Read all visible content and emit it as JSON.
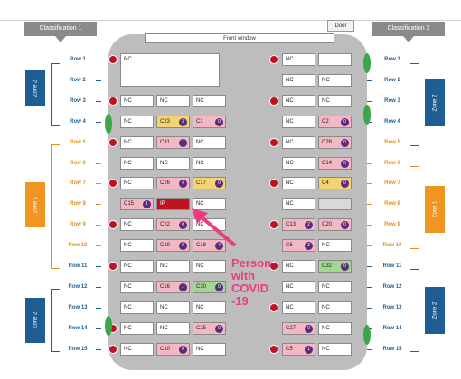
{
  "header": {
    "left_tab": "Classification 1",
    "right_tab": "Classification 2",
    "door": "Door",
    "front_window": "Front window"
  },
  "rows": [
    {
      "label": "Row 1",
      "zone": "blue"
    },
    {
      "label": "Row 2",
      "zone": "blue"
    },
    {
      "label": "Row 3",
      "zone": "blue"
    },
    {
      "label": "Row 4",
      "zone": "blue"
    },
    {
      "label": "Row 5",
      "zone": "orange"
    },
    {
      "label": "Row 6",
      "zone": "orange"
    },
    {
      "label": "Row 7",
      "zone": "orange"
    },
    {
      "label": "Row 8",
      "zone": "orange"
    },
    {
      "label": "Row 9",
      "zone": "orange"
    },
    {
      "label": "Row 10",
      "zone": "orange"
    },
    {
      "label": "Row 11",
      "zone": "blue"
    },
    {
      "label": "Row 12",
      "zone": "blue"
    },
    {
      "label": "Row 13",
      "zone": "blue"
    },
    {
      "label": "Row 14",
      "zone": "blue"
    },
    {
      "label": "Row 15",
      "zone": "blue"
    }
  ],
  "zones": {
    "zone2": "Zone 2",
    "zone1": "Zone 1"
  },
  "seats": [
    {
      "row": 1,
      "side": "left",
      "col": 0,
      "text": "NC",
      "color": "white",
      "big": true
    },
    {
      "row": 1,
      "side": "right",
      "col": 0,
      "text": "NC",
      "color": "white"
    },
    {
      "row": 1,
      "side": "right",
      "col": 1,
      "text": "",
      "color": "white"
    },
    {
      "row": 2,
      "side": "right",
      "col": 0,
      "text": "NC",
      "color": "white"
    },
    {
      "row": 2,
      "side": "right",
      "col": 1,
      "text": "NC",
      "color": "white"
    },
    {
      "row": 3,
      "side": "left",
      "col": 0,
      "text": "NC",
      "color": "white"
    },
    {
      "row": 3,
      "side": "left",
      "col": 1,
      "text": "NC",
      "color": "white"
    },
    {
      "row": 3,
      "side": "left",
      "col": 2,
      "text": "NC",
      "color": "white"
    },
    {
      "row": 3,
      "side": "right",
      "col": 0,
      "text": "NC",
      "color": "white"
    },
    {
      "row": 3,
      "side": "right",
      "col": 1,
      "text": "NC",
      "color": "white"
    },
    {
      "row": 4,
      "side": "left",
      "col": 0,
      "text": "NC",
      "color": "white"
    },
    {
      "row": 4,
      "side": "left",
      "col": 1,
      "text": "C23",
      "color": "yellow",
      "dot": "3"
    },
    {
      "row": 4,
      "side": "left",
      "col": 2,
      "text": "C1",
      "color": "pink",
      "dot": "0"
    },
    {
      "row": 4,
      "side": "right",
      "col": 0,
      "text": "NC",
      "color": "white"
    },
    {
      "row": 4,
      "side": "right",
      "col": 1,
      "text": "C2",
      "color": "pink",
      "dot": "0"
    },
    {
      "row": 5,
      "side": "left",
      "col": 0,
      "text": "NC",
      "color": "white"
    },
    {
      "row": 5,
      "side": "left",
      "col": 1,
      "text": "C31",
      "color": "pink",
      "dot": "1"
    },
    {
      "row": 5,
      "side": "left",
      "col": 2,
      "text": "NC",
      "color": "white"
    },
    {
      "row": 5,
      "side": "right",
      "col": 0,
      "text": "NC",
      "color": "white"
    },
    {
      "row": 5,
      "side": "right",
      "col": 1,
      "text": "C28",
      "color": "pink",
      "dot": "0"
    },
    {
      "row": 6,
      "side": "left",
      "col": 0,
      "text": "NC",
      "color": "white"
    },
    {
      "row": 6,
      "side": "left",
      "col": 1,
      "text": "NC",
      "color": "white"
    },
    {
      "row": 6,
      "side": "left",
      "col": 2,
      "text": "NC",
      "color": "white"
    },
    {
      "row": 6,
      "side": "right",
      "col": 0,
      "text": "NC",
      "color": "white"
    },
    {
      "row": 6,
      "side": "right",
      "col": 1,
      "text": "C14",
      "color": "pink",
      "dot": "0"
    },
    {
      "row": 7,
      "side": "left",
      "col": 0,
      "text": "NC",
      "color": "white"
    },
    {
      "row": 7,
      "side": "left",
      "col": 1,
      "text": "C26",
      "color": "pink",
      "dot": "4"
    },
    {
      "row": 7,
      "side": "left",
      "col": 2,
      "text": "C17",
      "color": "yellow",
      "dot": "0"
    },
    {
      "row": 7,
      "side": "right",
      "col": 0,
      "text": "NC",
      "color": "white"
    },
    {
      "row": 7,
      "side": "right",
      "col": 1,
      "text": "C4",
      "color": "yellow",
      "dot": "0"
    },
    {
      "row": 8,
      "side": "left",
      "col": 0,
      "text": "C15",
      "color": "pink",
      "dot": "1"
    },
    {
      "row": 8,
      "side": "left",
      "col": 1,
      "text": "IP",
      "color": "red"
    },
    {
      "row": 8,
      "side": "left",
      "col": 2,
      "text": "NC",
      "color": "white"
    },
    {
      "row": 8,
      "side": "right",
      "col": 0,
      "text": "NC",
      "color": "white"
    },
    {
      "row": 8,
      "side": "right",
      "col": 1,
      "text": "",
      "color": "grey"
    },
    {
      "row": 9,
      "side": "left",
      "col": 0,
      "text": "NC",
      "color": "white"
    },
    {
      "row": 9,
      "side": "left",
      "col": 1,
      "text": "C22",
      "color": "pink",
      "dot": "0"
    },
    {
      "row": 9,
      "side": "left",
      "col": 2,
      "text": "NC",
      "color": "white"
    },
    {
      "row": 9,
      "side": "right",
      "col": 0,
      "text": "C13",
      "color": "pink",
      "dot": "2"
    },
    {
      "row": 9,
      "side": "right",
      "col": 1,
      "text": "C20",
      "color": "pink",
      "dot": "0"
    },
    {
      "row": 10,
      "side": "left",
      "col": 0,
      "text": "NC",
      "color": "white"
    },
    {
      "row": 10,
      "side": "left",
      "col": 1,
      "text": "C19",
      "color": "pink",
      "dot": "0"
    },
    {
      "row": 10,
      "side": "left",
      "col": 2,
      "text": "C18",
      "color": "pink",
      "dot": "4"
    },
    {
      "row": 10,
      "side": "right",
      "col": 0,
      "text": "C6",
      "color": "pink",
      "dot": "3"
    },
    {
      "row": 10,
      "side": "right",
      "col": 1,
      "text": "NC",
      "color": "white"
    },
    {
      "row": 11,
      "side": "left",
      "col": 0,
      "text": "NC",
      "color": "white"
    },
    {
      "row": 11,
      "side": "left",
      "col": 1,
      "text": "NC",
      "color": "white"
    },
    {
      "row": 11,
      "side": "left",
      "col": 2,
      "text": "NC",
      "color": "white"
    },
    {
      "row": 11,
      "side": "right",
      "col": 0,
      "text": "NC",
      "color": "white"
    },
    {
      "row": 11,
      "side": "right",
      "col": 1,
      "text": "C32",
      "color": "green",
      "dot": "0"
    },
    {
      "row": 12,
      "side": "left",
      "col": 0,
      "text": "NC",
      "color": "white"
    },
    {
      "row": 12,
      "side": "left",
      "col": 1,
      "text": "C16",
      "color": "pink",
      "dot": "1"
    },
    {
      "row": 12,
      "side": "left",
      "col": 2,
      "text": "C30",
      "color": "green",
      "dot": "0"
    },
    {
      "row": 12,
      "side": "right",
      "col": 0,
      "text": "NC",
      "color": "white"
    },
    {
      "row": 12,
      "side": "right",
      "col": 1,
      "text": "NC",
      "color": "white"
    },
    {
      "row": 13,
      "side": "left",
      "col": 0,
      "text": "NC",
      "color": "white"
    },
    {
      "row": 13,
      "side": "left",
      "col": 1,
      "text": "NC",
      "color": "white"
    },
    {
      "row": 13,
      "side": "left",
      "col": 2,
      "text": "NC",
      "color": "white"
    },
    {
      "row": 13,
      "side": "right",
      "col": 0,
      "text": "NC",
      "color": "white"
    },
    {
      "row": 13,
      "side": "right",
      "col": 1,
      "text": "NC",
      "color": "white"
    },
    {
      "row": 14,
      "side": "left",
      "col": 0,
      "text": "NC",
      "color": "white"
    },
    {
      "row": 14,
      "side": "left",
      "col": 1,
      "text": "NC",
      "color": "white"
    },
    {
      "row": 14,
      "side": "left",
      "col": 2,
      "text": "C25",
      "color": "pink",
      "dot": "0"
    },
    {
      "row": 14,
      "side": "right",
      "col": 0,
      "text": "C27",
      "color": "pink",
      "dot": "0"
    },
    {
      "row": 14,
      "side": "right",
      "col": 1,
      "text": "NC",
      "color": "white"
    },
    {
      "row": 15,
      "side": "left",
      "col": 0,
      "text": "NC",
      "color": "white"
    },
    {
      "row": 15,
      "side": "left",
      "col": 1,
      "text": "C10",
      "color": "pink",
      "dot": "0"
    },
    {
      "row": 15,
      "side": "left",
      "col": 2,
      "text": "NC",
      "color": "white"
    },
    {
      "row": 15,
      "side": "right",
      "col": 0,
      "text": "C5",
      "color": "pink",
      "dot": "1"
    },
    {
      "row": 15,
      "side": "right",
      "col": 1,
      "text": "NC",
      "color": "white"
    }
  ],
  "exit_symbol_rows": {
    "left": [
      1,
      3,
      5,
      7,
      9,
      11,
      14,
      15
    ],
    "right": [
      1,
      3,
      5,
      7,
      9,
      11,
      13,
      15
    ]
  },
  "annotation": {
    "lines": [
      "Person",
      "with",
      "COVID",
      "-19"
    ],
    "color": "#ee3b80"
  },
  "colors": {
    "blue": "#1e5e92",
    "orange": "#e0901e",
    "pink": "#f4b8c5",
    "yellow": "#f5d372",
    "green": "#a3d694",
    "red": "#c1121f",
    "dot": "#5a2a7d"
  }
}
